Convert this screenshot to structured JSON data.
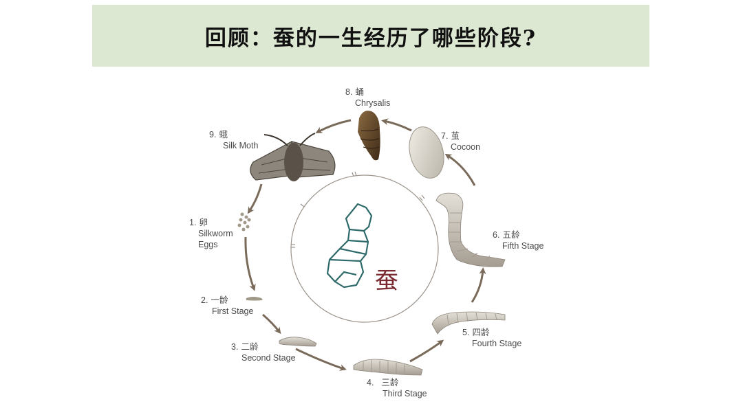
{
  "title": "回顾：蚕的一生经历了哪些阶段?",
  "center_char": "蚕",
  "stages": [
    {
      "num": "1.",
      "zh": "卵",
      "en_line1": "Silkworm",
      "en_line2": "Eggs"
    },
    {
      "num": "2.",
      "zh": "一龄",
      "en_line1": "First Stage"
    },
    {
      "num": "3.",
      "zh": "二龄",
      "en_line1": "Second Stage"
    },
    {
      "num": "4.",
      "zh": "三龄",
      "en_line1": "Third Stage"
    },
    {
      "num": "5.",
      "zh": "四龄",
      "en_line1": "Fourth Stage"
    },
    {
      "num": "6.",
      "zh": "五龄",
      "en_line1": "Fifth Stage"
    },
    {
      "num": "7.",
      "zh": "茧",
      "en_line1": "Cocoon"
    },
    {
      "num": "8.",
      "zh": "蛹",
      "en_line1": "Chrysalis"
    },
    {
      "num": "9.",
      "zh": "蛾",
      "en_line1": "Silk Moth"
    }
  ],
  "colors": {
    "banner": "#dde8d3",
    "arrow": "#7a6a5a",
    "center_glyph": "#2f6a6a",
    "center_char": "#7a2a30",
    "larva": "#bdb6ac"
  }
}
